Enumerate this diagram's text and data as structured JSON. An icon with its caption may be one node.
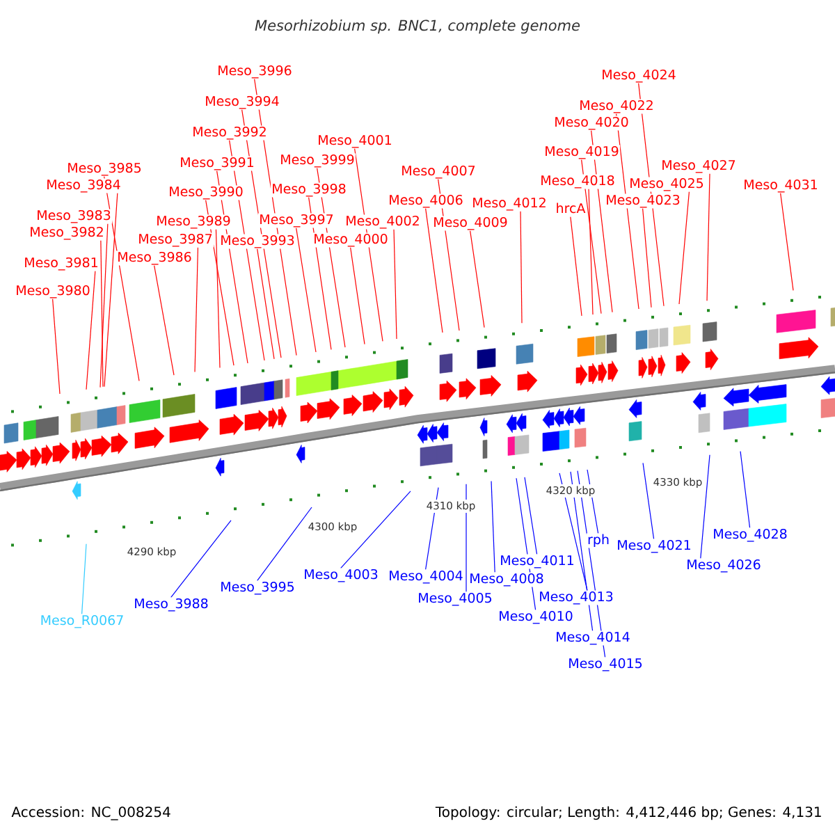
{
  "diagram": {
    "title": "Mesorhizobium sp. BNC1, complete genome",
    "nodes": [
      {
        "text": [
          "Meso_3980"
        ]
      },
      {
        "text": [
          "Meso_3981"
        ]
      },
      {
        "text": [
          "Meso_3982"
        ]
      },
      {
        "text": [
          "Meso_3983"
        ]
      },
      {
        "text": [
          "Meso_3984"
        ]
      },
      {
        "text": [
          "Meso_3985"
        ]
      },
      {
        "text": [
          "Meso_3986"
        ]
      },
      {
        "text": [
          "Meso_3987"
        ]
      },
      {
        "text": [
          "Meso_3989"
        ]
      },
      {
        "text": [
          "Meso_3990"
        ]
      },
      {
        "text": [
          "Meso_3991"
        ]
      },
      {
        "text": [
          "Meso_3992"
        ]
      },
      {
        "text": [
          "Meso_3993"
        ]
      },
      {
        "text": [
          "Meso_3994"
        ]
      },
      {
        "text": [
          "Meso_3996"
        ]
      },
      {
        "text": [
          "Meso_3997"
        ]
      },
      {
        "text": [
          "Meso_3998"
        ]
      },
      {
        "text": [
          "Meso_3999"
        ]
      },
      {
        "text": [
          "Meso_4000"
        ]
      },
      {
        "text": [
          "Meso_4001"
        ]
      },
      {
        "text": [
          "Meso_4002"
        ]
      },
      {
        "text": [
          "Meso_4006"
        ]
      },
      {
        "text": [
          "Meso_4007"
        ]
      },
      {
        "text": [
          "Meso_4009"
        ]
      },
      {
        "text": [
          "Meso_4012"
        ]
      },
      {
        "text": [
          "hrcA"
        ]
      },
      {
        "text": [
          "Meso_4018"
        ]
      },
      {
        "text": [
          "Meso_4019"
        ]
      },
      {
        "text": [
          "Meso_4020"
        ]
      },
      {
        "text": [
          "Meso_4022"
        ]
      },
      {
        "text": [
          "Meso_4023"
        ]
      },
      {
        "text": [
          "Meso_4024"
        ]
      },
      {
        "text": [
          "Meso_4025"
        ]
      },
      {
        "text": [
          "Meso_4027"
        ]
      },
      {
        "text": [
          "Meso_4031"
        ]
      },
      {
        "text": [
          "Meso_R0067"
        ]
      },
      {
        "text": [
          "Meso_3988"
        ]
      },
      {
        "text": [
          "Meso_3995"
        ]
      },
      {
        "text": [
          "Meso_4003"
        ]
      },
      {
        "text": [
          "Meso_4004"
        ]
      },
      {
        "text": [
          "Meso_4005"
        ]
      },
      {
        "text": [
          "Meso_4008"
        ]
      },
      {
        "text": [
          "Meso_4010"
        ]
      },
      {
        "text": [
          "Meso_4011"
        ]
      },
      {
        "text": [
          "Meso_4013"
        ]
      },
      {
        "text": [
          "Meso_4014"
        ]
      },
      {
        "text": [
          "Meso_4015"
        ]
      },
      {
        "text": [
          "rph"
        ]
      },
      {
        "text": [
          "Meso_4021"
        ]
      },
      {
        "text": [
          "Meso_4026"
        ]
      },
      {
        "text": [
          "Meso_4028"
        ]
      }
    ],
    "edges": [
      {
        "from": 0,
        "to": null,
        "arrow": "none"
      },
      {
        "from": 1,
        "to": null,
        "arrow": "none"
      },
      {
        "from": 2,
        "to": null,
        "arrow": "none"
      },
      {
        "from": 3,
        "to": null,
        "arrow": "none"
      },
      {
        "from": 4,
        "to": null,
        "arrow": "none"
      },
      {
        "from": 5,
        "to": null,
        "arrow": "none"
      },
      {
        "from": 6,
        "to": null,
        "arrow": "none"
      },
      {
        "from": 7,
        "to": null,
        "arrow": "none"
      },
      {
        "from": 8,
        "to": null,
        "arrow": "none"
      },
      {
        "from": 9,
        "to": null,
        "arrow": "none"
      },
      {
        "from": 10,
        "to": null,
        "arrow": "none"
      },
      {
        "from": 11,
        "to": null,
        "arrow": "none"
      },
      {
        "from": 12,
        "to": null,
        "arrow": "none"
      },
      {
        "from": 13,
        "to": null,
        "arrow": "none"
      },
      {
        "from": 14,
        "to": null,
        "arrow": "none"
      },
      {
        "from": 15,
        "to": null,
        "arrow": "none"
      },
      {
        "from": 16,
        "to": null,
        "arrow": "none"
      },
      {
        "from": 17,
        "to": null,
        "arrow": "none"
      },
      {
        "from": 18,
        "to": null,
        "arrow": "none"
      },
      {
        "from": 19,
        "to": null,
        "arrow": "none"
      },
      {
        "from": 20,
        "to": null,
        "arrow": "none"
      },
      {
        "from": 21,
        "to": null,
        "arrow": "none"
      },
      {
        "from": 22,
        "to": null,
        "arrow": "none"
      },
      {
        "from": 23,
        "to": null,
        "arrow": "none"
      },
      {
        "from": 24,
        "to": null,
        "arrow": "none"
      },
      {
        "from": 25,
        "to": null,
        "arrow": "none"
      },
      {
        "from": 26,
        "to": null,
        "arrow": "none"
      },
      {
        "from": 27,
        "to": null,
        "arrow": "none"
      },
      {
        "from": 28,
        "to": null,
        "arrow": "none"
      },
      {
        "from": 29,
        "to": null,
        "arrow": "none"
      },
      {
        "from": 30,
        "to": null,
        "arrow": "none"
      },
      {
        "from": 31,
        "to": null,
        "arrow": "none"
      },
      {
        "from": 32,
        "to": null,
        "arrow": "none"
      },
      {
        "from": 33,
        "to": null,
        "arrow": "none"
      },
      {
        "from": 34,
        "to": null,
        "arrow": "none"
      },
      {
        "from": 35,
        "to": null,
        "arrow": "none",
        "color": "#33ccff"
      },
      {
        "from": 36,
        "to": null,
        "arrow": "none",
        "color": "#0000ff"
      },
      {
        "from": 37,
        "to": null,
        "arrow": "none",
        "color": "#0000ff"
      },
      {
        "from": 38,
        "to": null,
        "arrow": "none",
        "color": "#0000ff"
      },
      {
        "from": 39,
        "to": null,
        "arrow": "none",
        "color": "#0000ff"
      },
      {
        "from": 40,
        "to": null,
        "arrow": "none",
        "color": "#0000ff"
      },
      {
        "from": 41,
        "to": null,
        "arrow": "none",
        "color": "#0000ff"
      },
      {
        "from": 42,
        "to": null,
        "arrow": "none",
        "color": "#0000ff"
      },
      {
        "from": 43,
        "to": null,
        "arrow": "none",
        "color": "#0000ff"
      },
      {
        "from": 44,
        "to": null,
        "arrow": "none",
        "color": "#0000ff"
      },
      {
        "from": 45,
        "to": null,
        "arrow": "none",
        "color": "#0000ff"
      },
      {
        "from": 46,
        "to": null,
        "arrow": "none",
        "color": "#0000ff"
      },
      {
        "from": 47,
        "to": null,
        "arrow": "none",
        "color": "#0000ff"
      },
      {
        "from": 48,
        "to": null,
        "arrow": "none",
        "color": "#0000ff"
      },
      {
        "from": 49,
        "to": null,
        "arrow": "none",
        "color": "#0000ff"
      },
      {
        "from": 50,
        "to": null,
        "arrow": "none",
        "color": "#0000ff"
      }
    ],
    "labels": [
      "4290 kbp",
      "4300 kbp",
      "4310 kbp",
      "4320 kbp",
      "4330 kbp",
      "Accession: NC_008254",
      "Topology: circular; Length: 4,412,446 bp; Genes: 4,131"
    ]
  }
}
